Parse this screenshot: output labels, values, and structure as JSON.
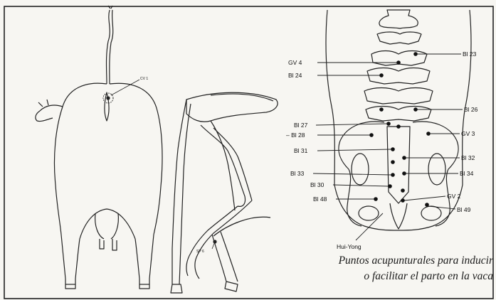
{
  "caption": {
    "line1": "Puntos acupunturales para inducir",
    "line2": "o facilitar el parto en la vaca"
  },
  "labels": {
    "cv1": "CV 1",
    "sp6": "SP 6",
    "gv4": "GV 4",
    "bl23": "Bl 23",
    "bl24": "Bl 24",
    "bl26": "Bl 26",
    "bl27": "Bl 27",
    "bl28": "– Bl 28",
    "gv3": "GV 3",
    "bl31": "Bl 31",
    "bl32": "Bl 32",
    "bl33": "Bl 33",
    "bl34": "Bl 34",
    "bl30": "Bl 30",
    "bl48": "Bl 48",
    "gv2": "GV 2",
    "bl49": "Bl 49",
    "huiyong": "Hui-Yong"
  }
}
